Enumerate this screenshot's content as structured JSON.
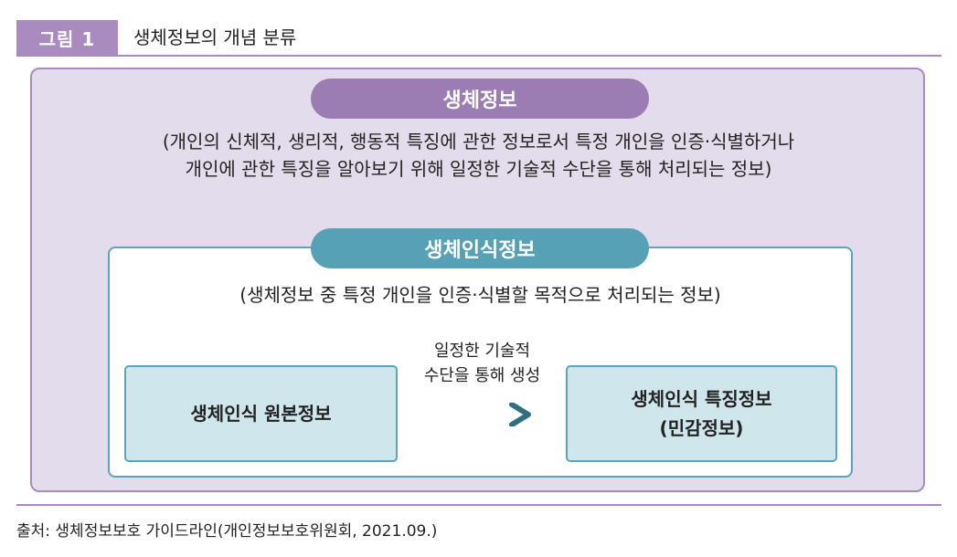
{
  "figure": {
    "label": "그림 1",
    "title": "생체정보의 개념 분류"
  },
  "biometric_info": {
    "title": "생체정보",
    "definition_line1": "(개인의 신체적, 생리적, 행동적 특징에 관한 정보로서 특정 개인을 인증·식별하거나",
    "definition_line2": "개인에 관한 특징을 알아보기 위해 일정한 기술적 수단을 통해 처리되는 정보)"
  },
  "biometric_recognition_info": {
    "title": "생체인식정보",
    "definition": "(생체정보 중 특정 개인을 인증·식별할 목적으로 처리되는 정보)",
    "raw_info": "생체인식 원본정보",
    "process_line1": "일정한 기술적",
    "process_line2": "수단을 통해 생성",
    "feature_line1": "생체인식 특징정보",
    "feature_line2": "(민감정보)"
  },
  "source": "출처: 생체정보보호 가이드라인(개인정보보호위원회, 2021.09.)",
  "colors": {
    "purple_accent": "#a98bbf",
    "purple_pill": "#9b7db3",
    "purple_bg": "#e3dcec",
    "teal_accent": "#57a1b6",
    "teal_card": "#cfe6ec",
    "arrow_dark": "#1f4f63"
  }
}
